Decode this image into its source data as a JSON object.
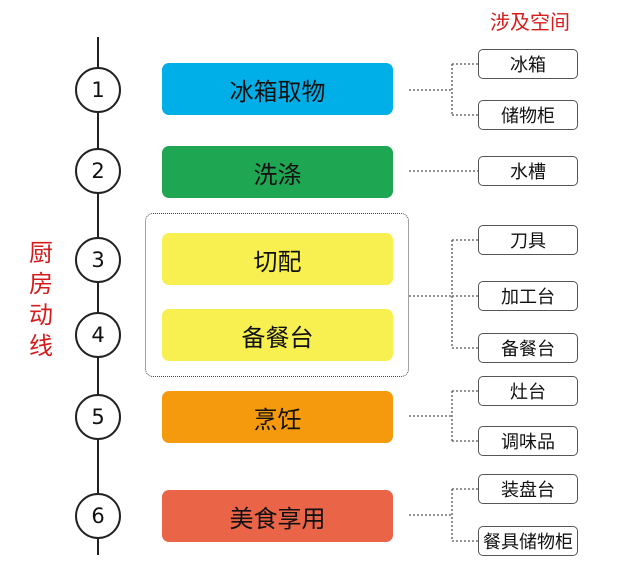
{
  "side_label": "厨房动线",
  "spaces_title": "涉及空间",
  "step_numbers": [
    "1",
    "2",
    "3",
    "4",
    "5",
    "6"
  ],
  "steps": [
    {
      "label": "冰箱取物",
      "color": "#00aee8"
    },
    {
      "label": "洗涤",
      "color": "#1fa653"
    },
    {
      "label": "切配",
      "color": "#f7f050"
    },
    {
      "label": "备餐台",
      "color": "#f7f050"
    },
    {
      "label": "烹饪",
      "color": "#f59a0c"
    },
    {
      "label": "美食享用",
      "color": "#ea6448"
    }
  ],
  "spaces": [
    "冰箱",
    "储物柜",
    "水槽",
    "刀具",
    "加工台",
    "备餐台",
    "灶台",
    "调味品",
    "装盘台",
    "餐具储物柜"
  ]
}
